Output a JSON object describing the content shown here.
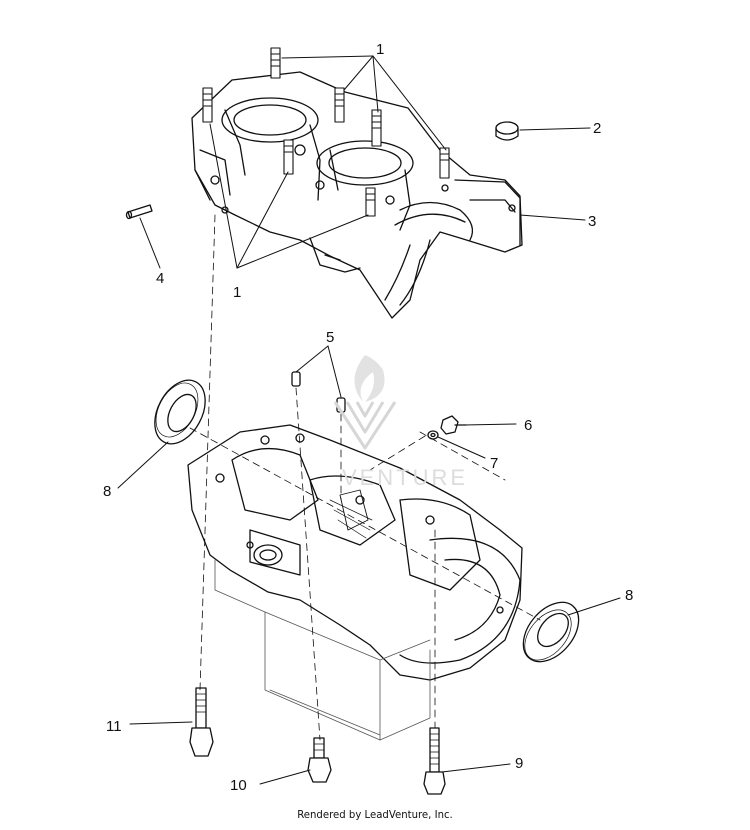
{
  "callouts": {
    "c1_top": "1",
    "c1_bottom": "1",
    "c2": "2",
    "c3": "3",
    "c4": "4",
    "c5": "5",
    "c6": "6",
    "c7": "7",
    "c8_left": "8",
    "c8_right": "8",
    "c9": "9",
    "c10": "10",
    "c11": "11"
  },
  "watermark": {
    "text": "VENTURE"
  },
  "footer": {
    "credit": "Rendered by LeadVenture, Inc."
  }
}
